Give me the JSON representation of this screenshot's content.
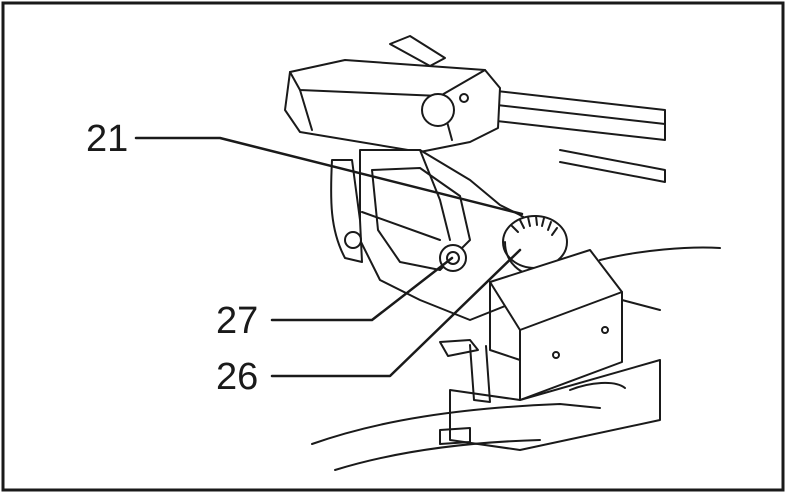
{
  "callouts": [
    {
      "id": "21",
      "text": "21"
    },
    {
      "id": "27",
      "text": "27"
    },
    {
      "id": "26",
      "text": "26"
    }
  ],
  "colors": {
    "ink": "#1a1a1a",
    "paper": "#ffffff"
  }
}
